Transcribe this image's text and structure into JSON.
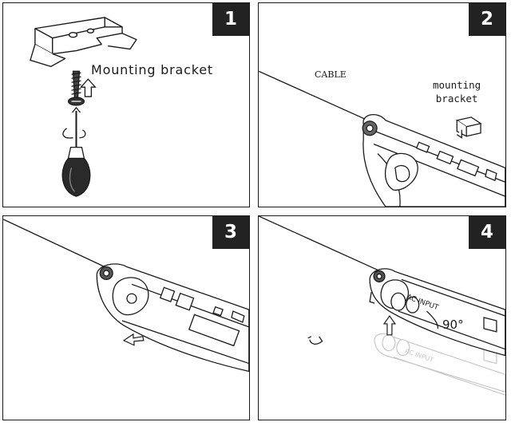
{
  "steps": [
    {
      "number": "1"
    },
    {
      "number": "2"
    },
    {
      "number": "3"
    },
    {
      "number": "4"
    }
  ],
  "labels": {
    "mounting_bracket_1": "Mounting bracket",
    "cable": "CABLE",
    "mounting_bracket_2_line1": "mounting",
    "mounting_bracket_2_line2": "bracket",
    "angle": "90°",
    "ac_input": "AC INPUT",
    "ac_input_ghost": "AC INPUT"
  },
  "colors": {
    "line": "#1a1a1a",
    "badge_bg": "#222222",
    "badge_text": "#ffffff",
    "ghost": "#c8c8c8"
  },
  "icons": [
    "mounting-bracket-icon",
    "screw-icon",
    "screwdriver-icon",
    "up-arrow-icon",
    "left-arrow-icon",
    "rotate-arrow-icon",
    "light-fixture-icon",
    "cable-icon"
  ]
}
